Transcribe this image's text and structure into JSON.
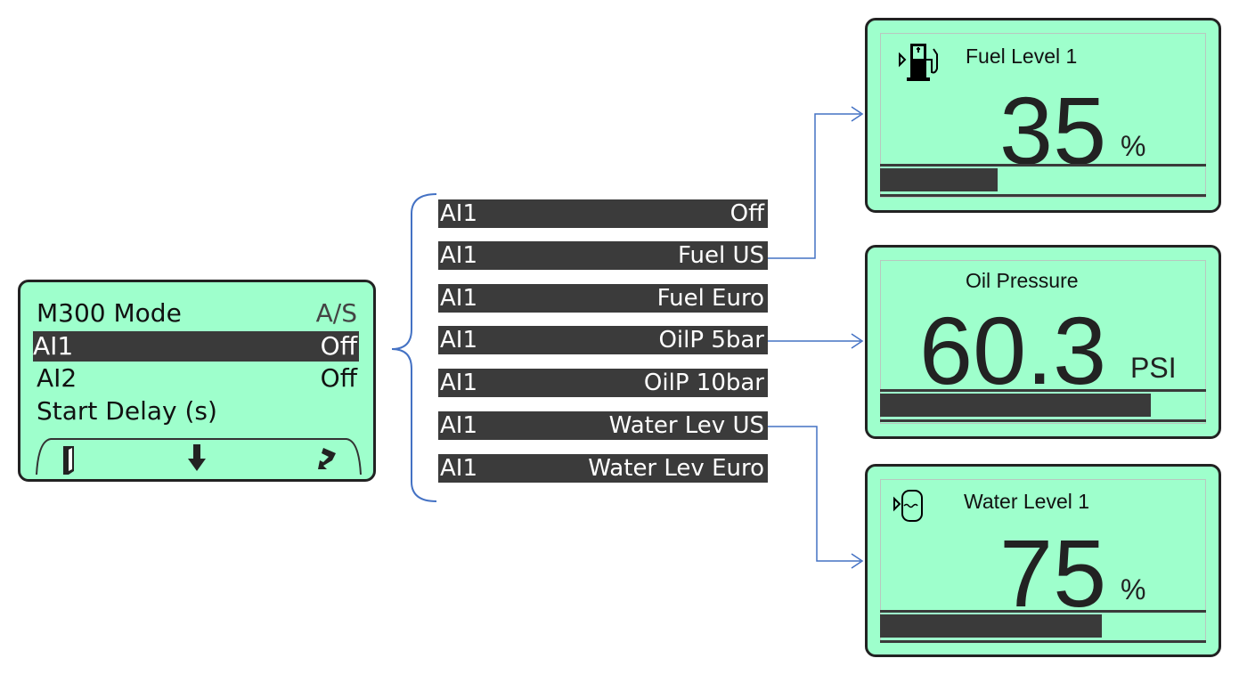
{
  "menu": {
    "rows": [
      {
        "label": "M300 Mode",
        "value": "A/S"
      },
      {
        "label": "AI1",
        "value": "Off"
      },
      {
        "label": "AI2",
        "value": "Off"
      },
      {
        "label": "Start Delay (s)",
        "value": ""
      }
    ],
    "softkeys": [
      "exit-icon",
      "down-arrow-icon",
      "enter-icon"
    ]
  },
  "options": [
    {
      "label": "AI1",
      "value": "Off"
    },
    {
      "label": "AI1",
      "value": "Fuel US"
    },
    {
      "label": "AI1",
      "value": "Fuel Euro"
    },
    {
      "label": "AI1",
      "value": "OilP 5bar"
    },
    {
      "label": "AI1",
      "value": "OilP 10bar"
    },
    {
      "label": "AI1",
      "value": "Water Lev US"
    },
    {
      "label": "AI1",
      "value": "Water Lev Euro"
    }
  ],
  "displays": [
    {
      "title": "Fuel Level 1",
      "value": "35",
      "unit": "%",
      "bar_fraction": 0.36,
      "icon": "fuel-pump-icon"
    },
    {
      "title": "Oil Pressure",
      "value": "60.3",
      "unit": "PSI",
      "bar_fraction": 0.83
    },
    {
      "title": "Water Level 1",
      "value": "75",
      "unit": "%",
      "bar_fraction": 0.68,
      "icon": "water-tank-icon"
    }
  ],
  "colors": {
    "lcd": "#9effcc",
    "connector": "#4472c4",
    "highlight": "#3a3a3a"
  }
}
